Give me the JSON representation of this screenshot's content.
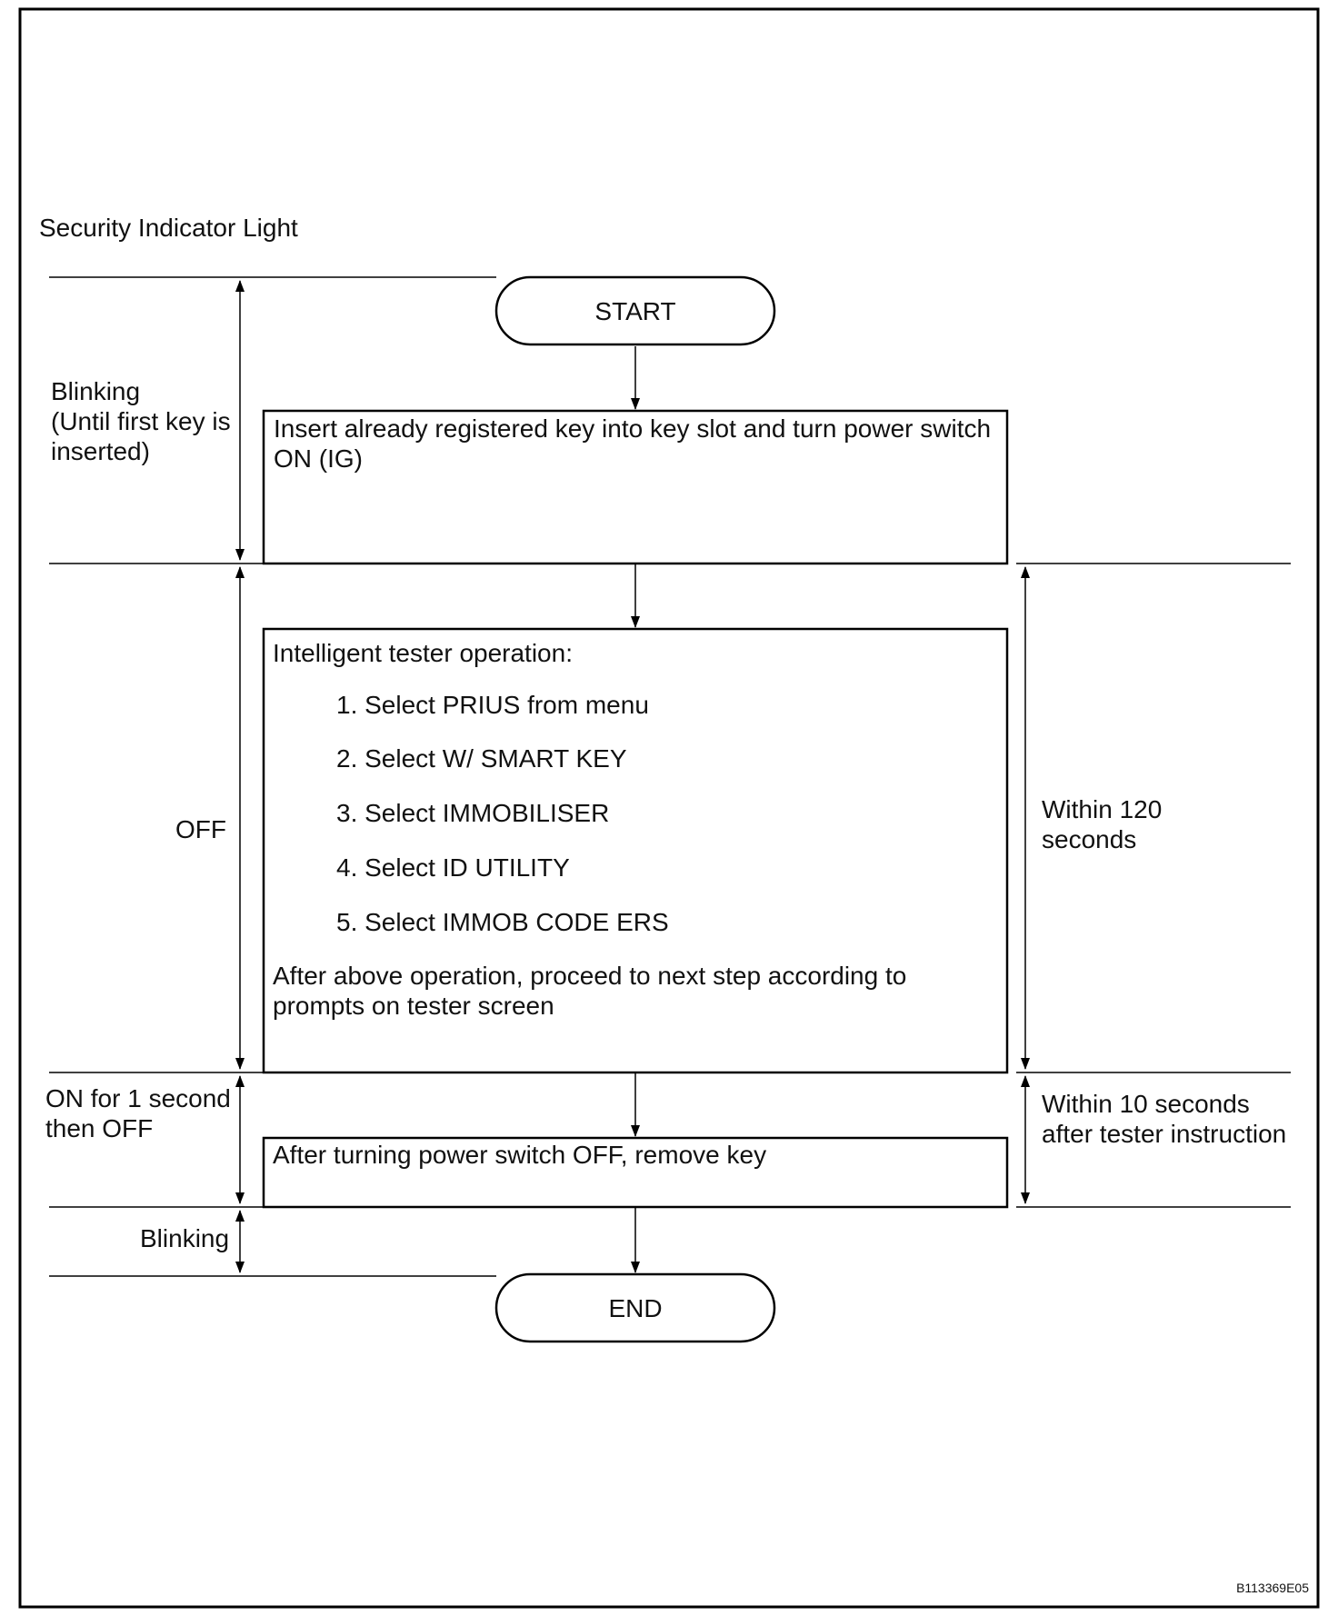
{
  "diagram": {
    "side_title": "Security Indicator Light",
    "start_label": "START",
    "end_label": "END",
    "step1": {
      "line1": "Insert already registered key into key slot and turn power switch",
      "line2": "ON (IG)"
    },
    "step2": {
      "heading": "Intelligent tester operation:",
      "items": [
        "1. Select PRIUS from menu",
        "2. Select W/ SMART KEY",
        "3. Select IMMOBILISER",
        "4. Select ID UTILITY",
        "5. Select IMMOB CODE ERS"
      ],
      "footer_line1": "After above operation, proceed to next step according to",
      "footer_line2": "prompts on tester screen"
    },
    "step3": {
      "line1": "After turning power switch OFF, remove key"
    },
    "left_labels": {
      "blinking_1_line1": "Blinking",
      "blinking_1_line2": "(Until first key is",
      "blinking_1_line3": "inserted)",
      "off": "OFF",
      "on_line1": "ON for 1 second",
      "on_line2": "then OFF",
      "blinking_2": "Blinking"
    },
    "right_labels": {
      "within120_line1": "Within 120",
      "within120_line2": "seconds",
      "within10_line1": "Within 10 seconds",
      "within10_line2": "after tester instruction"
    },
    "figure_code": "B113369E05"
  }
}
